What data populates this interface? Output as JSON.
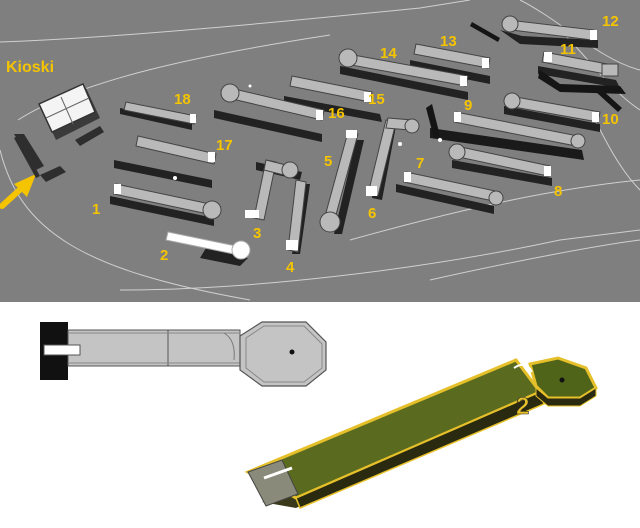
{
  "map": {
    "kiosk_label": "Kioski",
    "hole_labels": [
      "1",
      "2",
      "3",
      "4",
      "5",
      "6",
      "7",
      "8",
      "9",
      "10",
      "11",
      "12",
      "13",
      "14",
      "15",
      "16",
      "17",
      "18"
    ]
  },
  "detail_3d": {
    "hole_number": "2"
  },
  "colors": {
    "map_background": "#7f7f7f",
    "label_yellow": "#f5c400",
    "lane_fill": "#b9b9b9",
    "felt_green": "#5a6b1f",
    "rail_yellow": "#e6c02a"
  }
}
